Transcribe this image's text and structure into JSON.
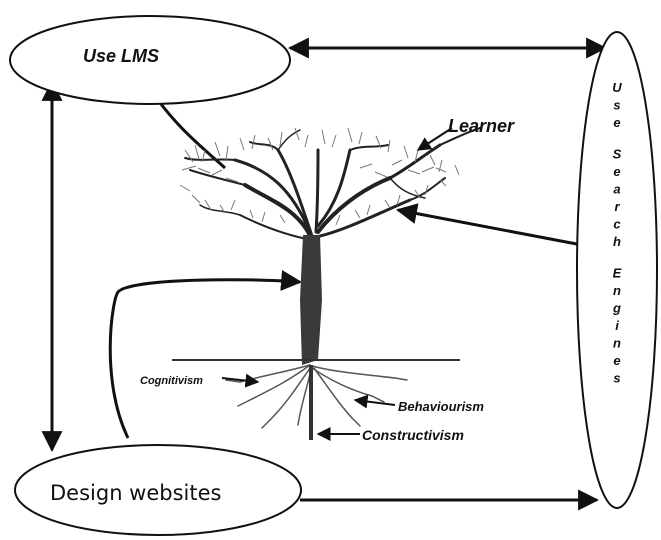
{
  "diagram": {
    "nodes": {
      "use_lms": "Use LMS",
      "use_search_engines": "Use Search Engines",
      "design_websites": "Design websites",
      "learner": "Learner",
      "cognitivism": "Cognitivism",
      "behaviourism": "Behaviourism",
      "constructivism": "Constructivism"
    }
  }
}
